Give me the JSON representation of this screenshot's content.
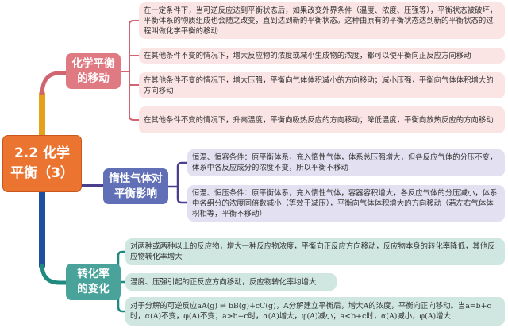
{
  "root": {
    "title": "2.2 化学平衡（3）",
    "color": "#ec7431"
  },
  "branches": [
    {
      "title": "化学平衡的移动",
      "color": "#e07a82",
      "leaf_color": "#fbe4e4",
      "items": [
        "在一定条件下，当可逆反应达到平衡状态后，如果改变外界条件（温度、浓度、压强等），平衡状态被破坏，平衡体系的物质组成也会随之改变，直到达到新的平衡状态。这种由原有的平衡状态达到新的平衡状态的过程叫做化学平衡的移动",
        "在其他条件不变的情况下，增大反应物的浓度或减小生成物的浓度，都可以使平衡向正反应方向移动",
        "在其他条件不变的情况下，增大压强，平衡向气体体积减小的方向移动；减小压强，平衡向气体体积增大的方向移动",
        "在其他条件不变的情况下，升高温度，平衡向吸热反应的方向移动；降低温度，平衡向放热反应的方向移动"
      ]
    },
    {
      "title": "惰性气体对平衡影响",
      "color": "#6170b6",
      "leaf_color": "#e3e1f1",
      "items": [
        "恒温、恒容条件：原平衡体系，充入惰性气体，体系总压强增大，但各反应气体的分压不变，体系中各反应成分的浓度不变，所以平衡不移动",
        "恒温、恒压条件：原平衡体系，充入惰性气体，容器容积增大，各反应气体的分压减小，体系中各组分的浓度同倍数减小（等效于减压），平衡向气体体积增大的方向移动（若左右气体体积相等，平衡不移动）"
      ]
    },
    {
      "title": "转化率的变化",
      "color": "#4aa39a",
      "leaf_color": "#cfe7e0",
      "items": [
        "对两种或两种以上的反应物，增大一种反应物浓度，平衡向正反应方向移动，反应物本身的转化率降低，其他反应物转化率增大",
        "温度、压强引起的正反应方向移动，反应物转化率均增大",
        "对于分解的可逆反应aA(g) ⇌ bB(g)+cC(g)，A分解建立平衡后，增大A的浓度，平衡向正向移动。当a=b+c时，α(A)不变，φ(A)不变；a>b+c时，α(A)增大，φ(A)减小；a<b+c时，α(A)减小，φ(A)增大"
      ]
    }
  ],
  "connector_colors": {
    "trunk_up": "#e6a11a",
    "trunk_down": "#1f4fa0",
    "teal_link": "#1f8a80",
    "pink_link": "#d06470",
    "purple_link": "#4a3f8f"
  }
}
